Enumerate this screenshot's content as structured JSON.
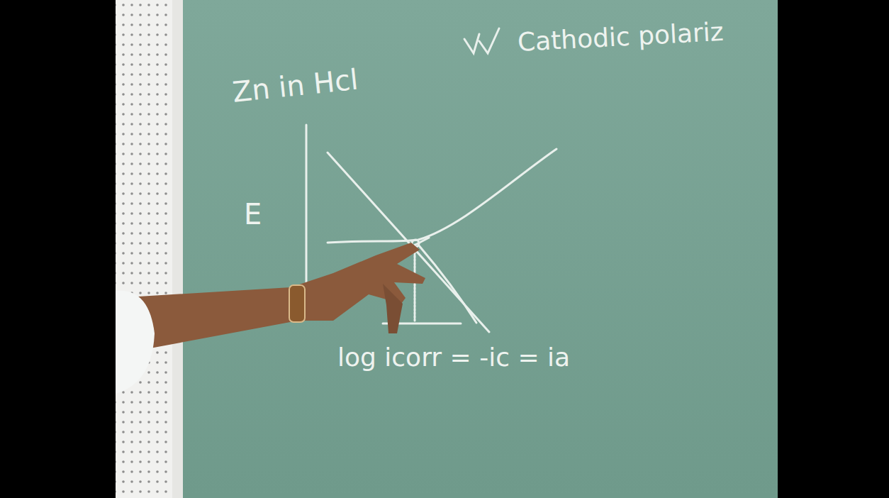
{
  "diagram": {
    "labels": [
      "Zn in Hcl",
      "E",
      "log icorr = -ic = ia",
      "Cathodic polariz"
    ]
  }
}
